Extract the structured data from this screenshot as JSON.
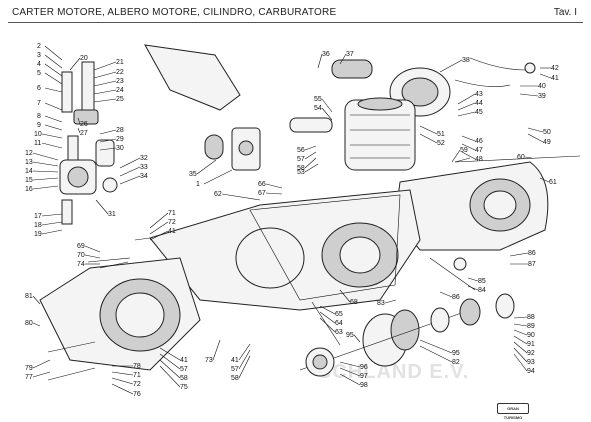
{
  "header": {
    "title": "CARTER MOTORE, ALBERO MOTORE, CILINDRO, CARBURATORE",
    "table_number": "Tav. I"
  },
  "watermark": "SCHLAND E.V.",
  "logo": "GRAN TURISMO",
  "callouts": [
    {
      "id": "2",
      "label": "2"
    },
    {
      "id": "3",
      "label": "3"
    },
    {
      "id": "4",
      "label": "4"
    },
    {
      "id": "5",
      "label": "5"
    },
    {
      "id": "6",
      "label": "6"
    },
    {
      "id": "7",
      "label": "7"
    },
    {
      "id": "8",
      "label": "8"
    },
    {
      "id": "9",
      "label": "9"
    },
    {
      "id": "10",
      "label": "10"
    },
    {
      "id": "11",
      "label": "11"
    },
    {
      "id": "12",
      "label": "12"
    },
    {
      "id": "13",
      "label": "13"
    },
    {
      "id": "14",
      "label": "14"
    },
    {
      "id": "15",
      "label": "15"
    },
    {
      "id": "16",
      "label": "16"
    },
    {
      "id": "17",
      "label": "17"
    },
    {
      "id": "18",
      "label": "18"
    },
    {
      "id": "19",
      "label": "19"
    },
    {
      "id": "20",
      "label": "20"
    },
    {
      "id": "21",
      "label": "21"
    },
    {
      "id": "22",
      "label": "22"
    },
    {
      "id": "23",
      "label": "23"
    },
    {
      "id": "24",
      "label": "24"
    },
    {
      "id": "25",
      "label": "25"
    },
    {
      "id": "26",
      "label": "26"
    },
    {
      "id": "27",
      "label": "27"
    },
    {
      "id": "28",
      "label": "28"
    },
    {
      "id": "29",
      "label": "29"
    },
    {
      "id": "30",
      "label": "30"
    },
    {
      "id": "31",
      "label": "31"
    },
    {
      "id": "32",
      "label": "32"
    },
    {
      "id": "33",
      "label": "33"
    },
    {
      "id": "34",
      "label": "34"
    },
    {
      "id": "35",
      "label": "35"
    },
    {
      "id": "1",
      "label": "1"
    },
    {
      "id": "36",
      "label": "36"
    },
    {
      "id": "37",
      "label": "37"
    },
    {
      "id": "38",
      "label": "38"
    },
    {
      "id": "39",
      "label": "39"
    },
    {
      "id": "40",
      "label": "40"
    },
    {
      "id": "41a",
      "label": "41"
    },
    {
      "id": "42",
      "label": "42"
    },
    {
      "id": "43",
      "label": "43"
    },
    {
      "id": "44",
      "label": "44"
    },
    {
      "id": "45",
      "label": "45"
    },
    {
      "id": "46",
      "label": "46"
    },
    {
      "id": "47",
      "label": "47"
    },
    {
      "id": "48",
      "label": "48"
    },
    {
      "id": "49",
      "label": "49"
    },
    {
      "id": "50",
      "label": "50"
    },
    {
      "id": "51",
      "label": "51"
    },
    {
      "id": "52",
      "label": "52"
    },
    {
      "id": "53",
      "label": "53"
    },
    {
      "id": "54",
      "label": "54"
    },
    {
      "id": "55",
      "label": "55"
    },
    {
      "id": "56",
      "label": "56"
    },
    {
      "id": "57a",
      "label": "57"
    },
    {
      "id": "58a",
      "label": "58"
    },
    {
      "id": "59",
      "label": "59"
    },
    {
      "id": "60",
      "label": "60"
    },
    {
      "id": "61",
      "label": "61"
    },
    {
      "id": "62",
      "label": "62"
    },
    {
      "id": "66",
      "label": "66"
    },
    {
      "id": "67",
      "label": "67"
    },
    {
      "id": "71a",
      "label": "71"
    },
    {
      "id": "72a",
      "label": "72"
    },
    {
      "id": "41b",
      "label": "41"
    },
    {
      "id": "69",
      "label": "69"
    },
    {
      "id": "70",
      "label": "70"
    },
    {
      "id": "74",
      "label": "74"
    },
    {
      "id": "86a",
      "label": "86"
    },
    {
      "id": "87",
      "label": "87"
    },
    {
      "id": "85",
      "label": "85"
    },
    {
      "id": "84",
      "label": "84"
    },
    {
      "id": "86b",
      "label": "86"
    },
    {
      "id": "81",
      "label": "81"
    },
    {
      "id": "80",
      "label": "80"
    },
    {
      "id": "68",
      "label": "68"
    },
    {
      "id": "83",
      "label": "83"
    },
    {
      "id": "65",
      "label": "65"
    },
    {
      "id": "64",
      "label": "64"
    },
    {
      "id": "63",
      "label": "63"
    },
    {
      "id": "88",
      "label": "88"
    },
    {
      "id": "89",
      "label": "89"
    },
    {
      "id": "90",
      "label": "90"
    },
    {
      "id": "91",
      "label": "91"
    },
    {
      "id": "92",
      "label": "92"
    },
    {
      "id": "93",
      "label": "93"
    },
    {
      "id": "94",
      "label": "94"
    },
    {
      "id": "41c",
      "label": "41"
    },
    {
      "id": "57b",
      "label": "57"
    },
    {
      "id": "58b",
      "label": "58"
    },
    {
      "id": "75",
      "label": "75"
    },
    {
      "id": "73",
      "label": "73"
    },
    {
      "id": "41d",
      "label": "41"
    },
    {
      "id": "57c",
      "label": "57"
    },
    {
      "id": "58c",
      "label": "58"
    },
    {
      "id": "95",
      "label": "95"
    },
    {
      "id": "82",
      "label": "82"
    },
    {
      "id": "95b",
      "label": "95"
    },
    {
      "id": "96",
      "label": "96"
    },
    {
      "id": "97",
      "label": "97"
    },
    {
      "id": "98",
      "label": "98"
    },
    {
      "id": "79",
      "label": "79"
    },
    {
      "id": "77",
      "label": "77"
    },
    {
      "id": "78",
      "label": "78"
    },
    {
      "id": "71b",
      "label": "71"
    },
    {
      "id": "72b",
      "label": "72"
    },
    {
      "id": "76",
      "label": "76"
    }
  ]
}
